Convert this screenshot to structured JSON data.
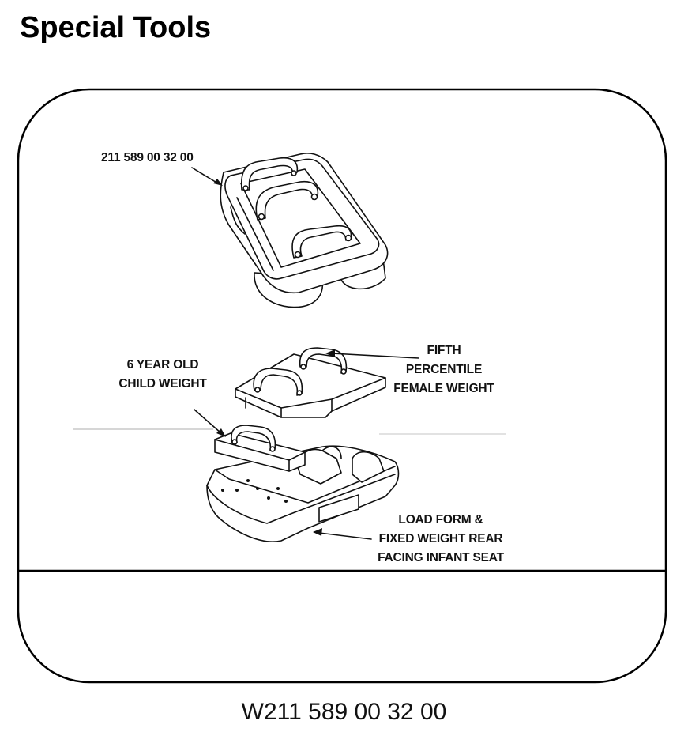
{
  "page": {
    "title": "Special Tools"
  },
  "figure": {
    "labels": {
      "part_number": "211 589 00 32 00",
      "child_weight": [
        "6 YEAR OLD",
        "CHILD WEIGHT"
      ],
      "female_weight": [
        "FIFTH",
        "PERCENTILE",
        "FEMALE WEIGHT"
      ],
      "load_form": [
        "LOAD FORM &",
        "FIXED WEIGHT REAR",
        "FACING INFANT SEAT"
      ]
    },
    "caption": "W211 589 00 32 00"
  }
}
